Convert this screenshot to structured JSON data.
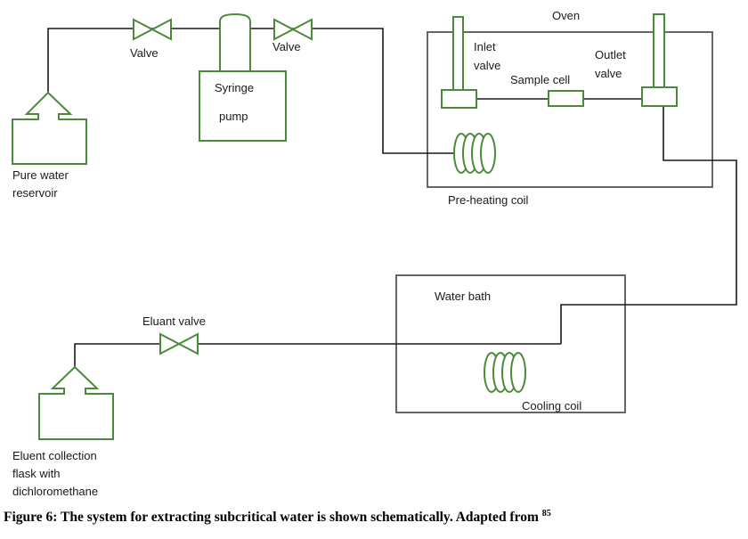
{
  "labels": {
    "valve_left": "Valve",
    "valve_right": "Valve",
    "syringe_line1": "Syringe",
    "syringe_line2": "pump",
    "oven": "Oven",
    "inlet_line1": "Inlet",
    "inlet_line2": "valve",
    "outlet_line1": "Outlet",
    "outlet_line2": "valve",
    "sample_cell": "Sample cell",
    "preheating_coil": "Pre-heating coil",
    "reservoir_line1": "Pure water",
    "reservoir_line2": "reservoir",
    "water_bath": "Water bath",
    "cooling_coil": "Cooling coil",
    "eluant_valve": "Eluant valve",
    "flask_line1": "Eluent collection",
    "flask_line2": "flask with",
    "flask_line3": "dichloromethane"
  },
  "caption": {
    "text": "Figure 6: The system for extracting subcritical water is shown schematically. Adapted from ",
    "ref": "85"
  },
  "colors": {
    "component_stroke": "#4a8a3a",
    "box_stroke": "#555555",
    "line": "#1a1a1a"
  }
}
